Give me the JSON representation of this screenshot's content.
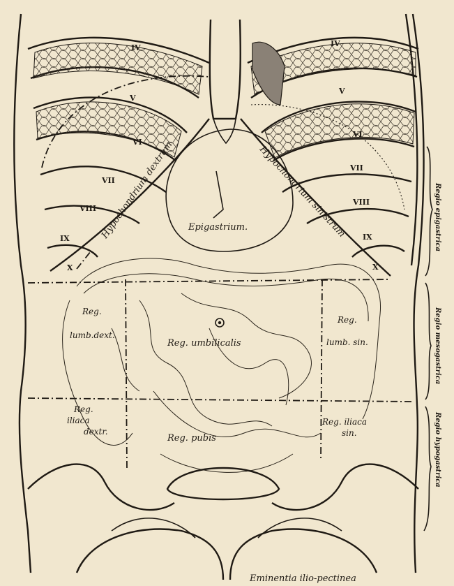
{
  "ribs": {
    "right": [
      "IV",
      "V",
      "VI",
      "VII",
      "VIII",
      "IX",
      "X"
    ],
    "left": [
      "IV",
      "V",
      "VI",
      "VII",
      "VIII",
      "IX",
      "X"
    ]
  },
  "regions": {
    "hypochondrium_dextrum": "Hypochondrium dextrum",
    "hypochondrium_sinistrum": "Hypochondrium sinistrum",
    "epigastrium": "Epigastrium.",
    "reg_lumb_dext_1": "Reg.",
    "reg_lumb_dext_2": "lumb.dext.",
    "reg_umbilicalis": "Reg. umbilicalis",
    "reg_lumb_sin_1": "Reg.",
    "reg_lumb_sin_2": "lumb. sin.",
    "reg_iliaca_dextr_1": "Reg.",
    "reg_iliaca_dextr_2": "iliaca",
    "reg_iliaca_dextr_3": "dextr.",
    "reg_pubis": "Reg. pubis",
    "reg_iliaca_sin_1": "Reg. iliaca",
    "reg_iliaca_sin_2": "sin."
  },
  "side_labels": {
    "epigastrica": "Regio epigastrica",
    "mesogastrica": "Regio mesogastrica",
    "hypogastrica": "Regio hypogastrica"
  },
  "footer": "Eminentia ilio-pectinea",
  "colors": {
    "paper": "#f1e7cf",
    "ink": "#1f1a14",
    "lung_shade": "#8a8176"
  }
}
